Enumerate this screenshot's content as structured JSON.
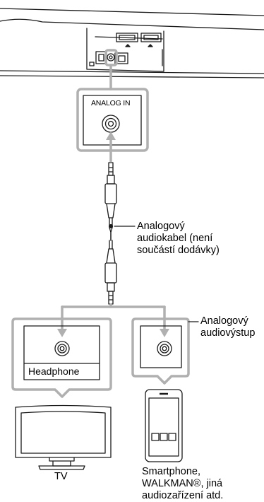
{
  "soundbar": {
    "port_label": "ANALOG IN"
  },
  "cable": {
    "label_line1": "Analogový",
    "label_line2": "audiokabel (není",
    "label_line3": "součástí dodávky)"
  },
  "output": {
    "label_line1": "Analogový",
    "label_line2": "audiovýstup"
  },
  "tv": {
    "jack_label": "Headphone",
    "label": "TV"
  },
  "smartphone": {
    "label_line1": "Smartphone,",
    "label_line2": "WALKMAN®, jiná",
    "label_line3": "audiozařízení atd."
  }
}
